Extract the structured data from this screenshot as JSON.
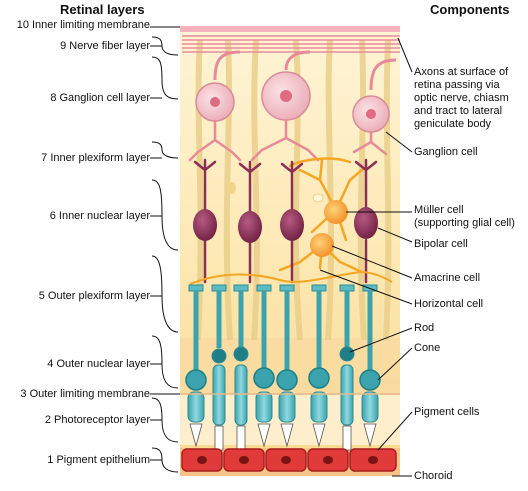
{
  "headers": {
    "retinal_layers": "Retinal layers",
    "components": "Components"
  },
  "layers": [
    "10 Inner limiting membrane",
    "9 Nerve fiber layer",
    "8 Ganglion cell layer",
    "7 Inner plexiform layer",
    "6 Inner nuclear layer",
    "5 Outer plexiform layer",
    "4 Outer nuclear layer",
    "3 Outer limiting membrane",
    "2 Photoreceptor layer",
    "1 Pigment epithelium"
  ],
  "components": {
    "axons": [
      "Axons at surface of",
      "retina passing via",
      "optic nerve, chiasm",
      "and tract to lateral",
      "geniculate body"
    ],
    "ganglion": "Ganglion cell",
    "muller": [
      "Müller cell",
      "(supporting glial cell)"
    ],
    "bipolar": "Bipolar cell",
    "amacrine": "Amacrine cell",
    "horizontal": "Horizontal cell",
    "rod": "Rod",
    "cone": "Cone",
    "pigment": "Pigment cells",
    "choroid": "Choroid"
  },
  "colors": {
    "nerve_fiber": "#e88a9a",
    "ganglion": "#f2c6cc",
    "bipolar": "#8c2f55",
    "muller": "#f5a623",
    "photoreceptor": "#5bbcc4",
    "pigment": "#e03a3a",
    "background": "#fdf0c8"
  }
}
